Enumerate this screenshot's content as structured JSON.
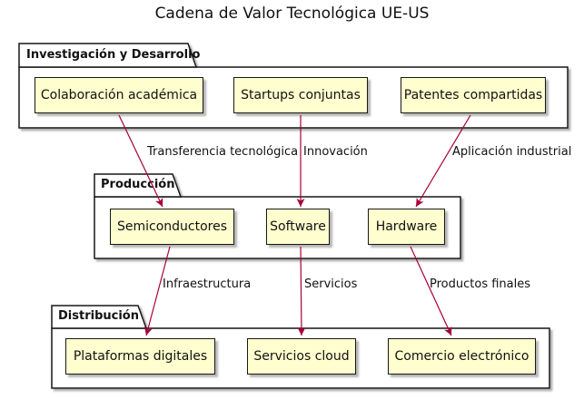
{
  "title": "Cadena de Valor Tecnológica UE-US",
  "colors": {
    "background": "#FFFFFF",
    "node_fill": "#FEFECE",
    "node_border": "#181818",
    "arrow": "#A80036",
    "text": "#111111"
  },
  "packages": [
    {
      "name": "Investigación y Desarrollo",
      "nodes": [
        "Colaboración académica",
        "Startups conjuntas",
        "Patentes compartidas"
      ]
    },
    {
      "name": "Producción",
      "nodes": [
        "Semiconductores",
        "Software",
        "Hardware"
      ]
    },
    {
      "name": "Distribución",
      "nodes": [
        "Plataformas digitales",
        "Servicios cloud",
        "Comercio electrónico"
      ]
    }
  ],
  "edges": [
    {
      "from": "Colaboración académica",
      "to": "Semiconductores",
      "label": "Transferencia tecnológica"
    },
    {
      "from": "Startups conjuntas",
      "to": "Software",
      "label": "Innovación"
    },
    {
      "from": "Patentes compartidas",
      "to": "Hardware",
      "label": "Aplicación industrial"
    },
    {
      "from": "Semiconductores",
      "to": "Plataformas digitales",
      "label": "Infraestructura"
    },
    {
      "from": "Software",
      "to": "Servicios cloud",
      "label": "Servicios"
    },
    {
      "from": "Hardware",
      "to": "Comercio electrónico",
      "label": "Productos finales"
    }
  ]
}
